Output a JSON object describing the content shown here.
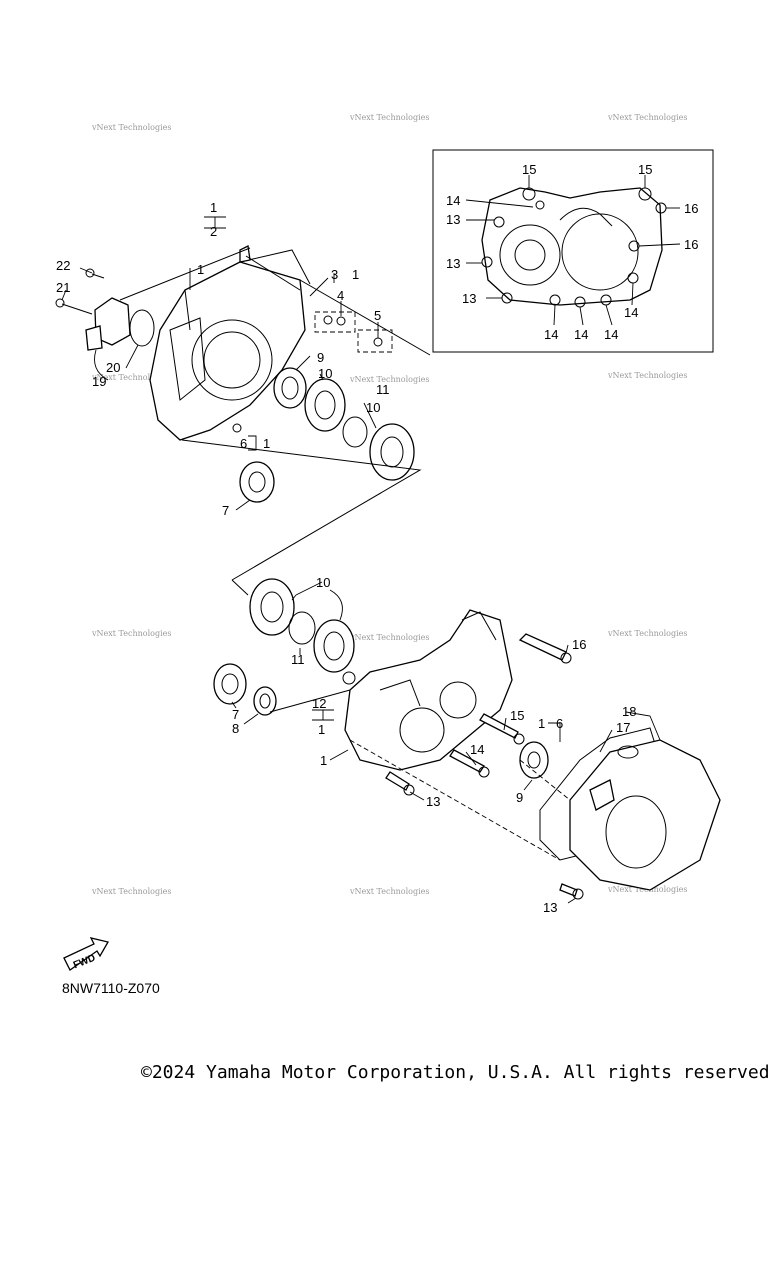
{
  "watermark": "vNext Technologies",
  "diagram_code": "8NW7110-Z070",
  "fwd_label": "FWD",
  "copyright": "©2024 Yamaha Motor Corporation, U.S.A. All rights reserved.",
  "callouts": {
    "n1": "1",
    "n2": "2",
    "n3": "3",
    "n4": "4",
    "n5": "5",
    "n6": "6",
    "n7": "7",
    "n8": "8",
    "n9": "9",
    "n10": "10",
    "n11": "11",
    "n12": "12",
    "n13": "13",
    "n14": "14",
    "n15": "15",
    "n16": "16",
    "n17": "17",
    "n18": "18",
    "n19": "19",
    "n20": "20",
    "n21": "21",
    "n22": "22"
  }
}
